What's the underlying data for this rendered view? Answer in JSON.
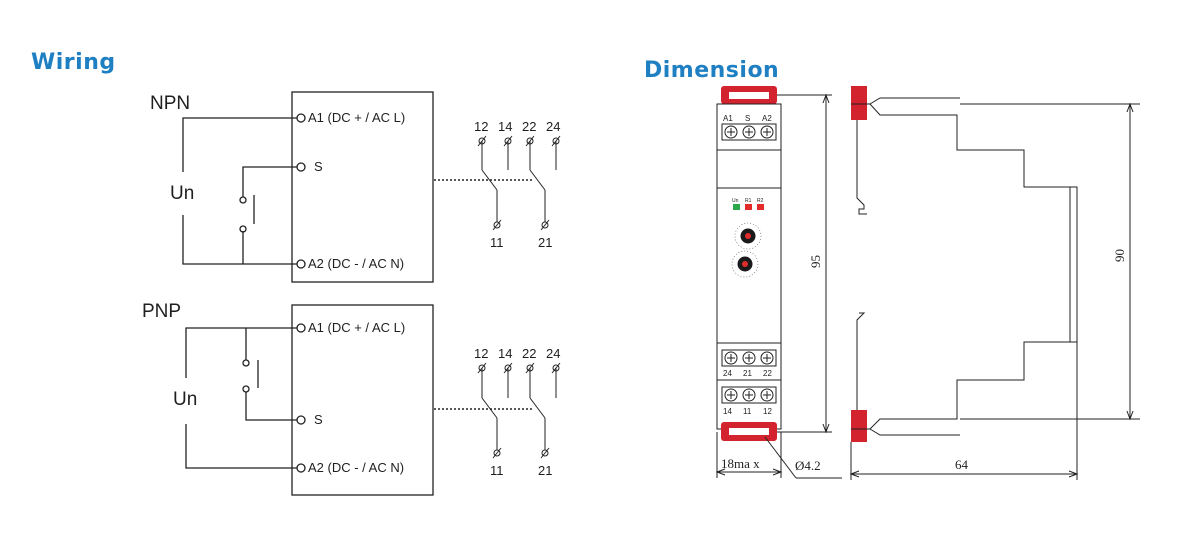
{
  "wiring": {
    "heading": "Wiring",
    "npn": {
      "title": "NPN",
      "supply": "Un",
      "a1": "A1 (DC +  / AC L)",
      "s": "S",
      "a2": "A2 (DC -  / AC N)",
      "contacts_top": [
        "12",
        "14",
        "22",
        "24"
      ],
      "contacts_bottom": [
        "11",
        "21"
      ]
    },
    "pnp": {
      "title": "PNP",
      "supply": "Un",
      "a1": "A1 (DC +  / AC L)",
      "s": "S",
      "a2": "A2 (DC -  / AC N)",
      "contacts_top": [
        "12",
        "14",
        "22",
        "24"
      ],
      "contacts_bottom": [
        "11",
        "21"
      ]
    }
  },
  "dimension": {
    "heading": "Dimension",
    "front_terminals_top": [
      "A1",
      "S",
      "A2"
    ],
    "leds": [
      "Un",
      "R1",
      "R2"
    ],
    "terminals_lower_1": [
      "24",
      "21",
      "22"
    ],
    "terminals_lower_2": [
      "14",
      "11",
      "12"
    ],
    "height_front": "95",
    "width_front": "18ma x",
    "hole": "Ø4.2",
    "height_side": "90",
    "depth_side": "64"
  },
  "colors": {
    "heading": "#1e7fc2",
    "clip_red": "#d3232f",
    "led_green": "#2aa84a",
    "led_red": "#e22c2c"
  }
}
